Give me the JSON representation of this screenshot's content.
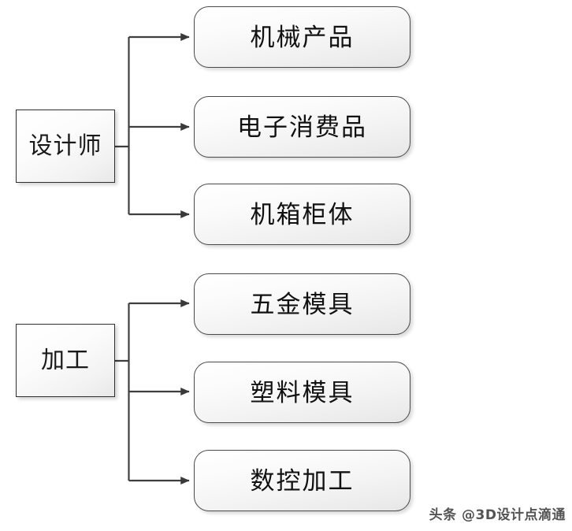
{
  "diagram": {
    "type": "tree",
    "background_color": "#ffffff",
    "line_color": "#3f3f3f",
    "box_border_color": "#4a4a4a",
    "text_color": "#111111",
    "groups": [
      {
        "id": "designer",
        "root": {
          "label": "设计师"
        },
        "leaves": [
          {
            "label": "机械产品"
          },
          {
            "label": "电子消费品"
          },
          {
            "label": "机箱柜体"
          }
        ]
      },
      {
        "id": "machining",
        "root": {
          "label": "加工"
        },
        "leaves": [
          {
            "label": "五金模具"
          },
          {
            "label": "塑料模具"
          },
          {
            "label": "数控加工"
          }
        ]
      }
    ]
  },
  "watermark": {
    "text": "头条 @3D设计点滴通"
  }
}
